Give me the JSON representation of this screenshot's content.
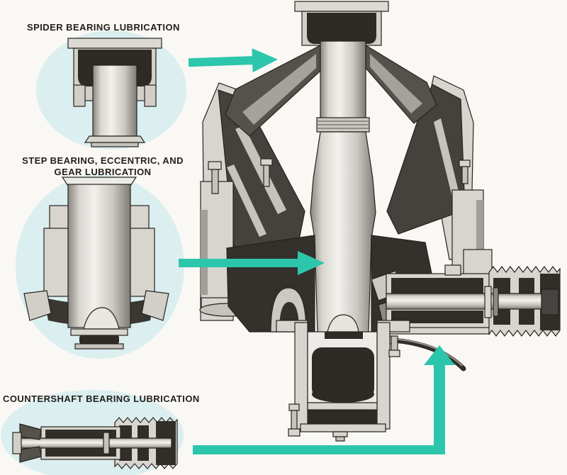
{
  "colors": {
    "accent_teal": "#2CC6AC",
    "halo_cyan": "#DBEEF0"
  },
  "callouts": {
    "spider": {
      "label": "SPIDER BEARING LUBRICATION"
    },
    "step": {
      "label": "STEP BEARING, ECCENTRIC, AND\nGEAR LUBRICATION"
    },
    "countershaft": {
      "label": "COUNTERSHAFT BEARING LUBRICATION"
    }
  }
}
